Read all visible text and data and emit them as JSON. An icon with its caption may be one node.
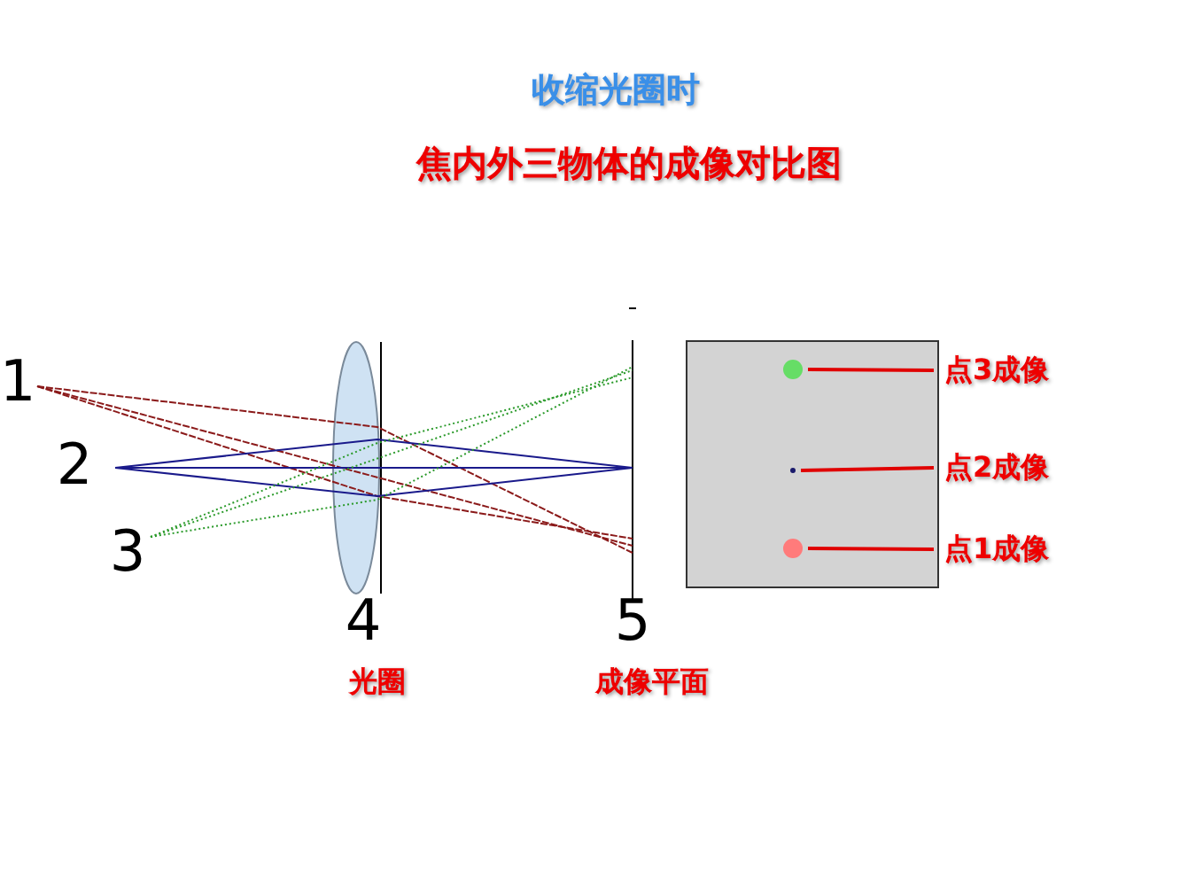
{
  "diagram": {
    "title": "收缩光圈时",
    "nodes": [
      {
        "text": [],
        "shape": "box"
      },
      {
        "text": [],
        "shape": "circle",
        "in": 0
      },
      {
        "text": [],
        "shape": "circle",
        "in": 0
      },
      {
        "text": [],
        "shape": "circle",
        "in": 0
      },
      {
        "text": [
          "点3成像"
        ]
      },
      {
        "text": [
          "点2成像"
        ]
      },
      {
        "text": [
          "点1成像"
        ]
      }
    ],
    "edges": [
      {
        "from": 4,
        "to": 1,
        "arrow": "none"
      },
      {
        "from": 5,
        "to": 2,
        "arrow": "none"
      },
      {
        "from": 6,
        "to": 3,
        "arrow": "none"
      }
    ],
    "labels": [
      "焦内外三物体的成像对比图",
      "1",
      "2",
      "3",
      "4",
      "5",
      "光圈",
      "成像平面"
    ]
  }
}
